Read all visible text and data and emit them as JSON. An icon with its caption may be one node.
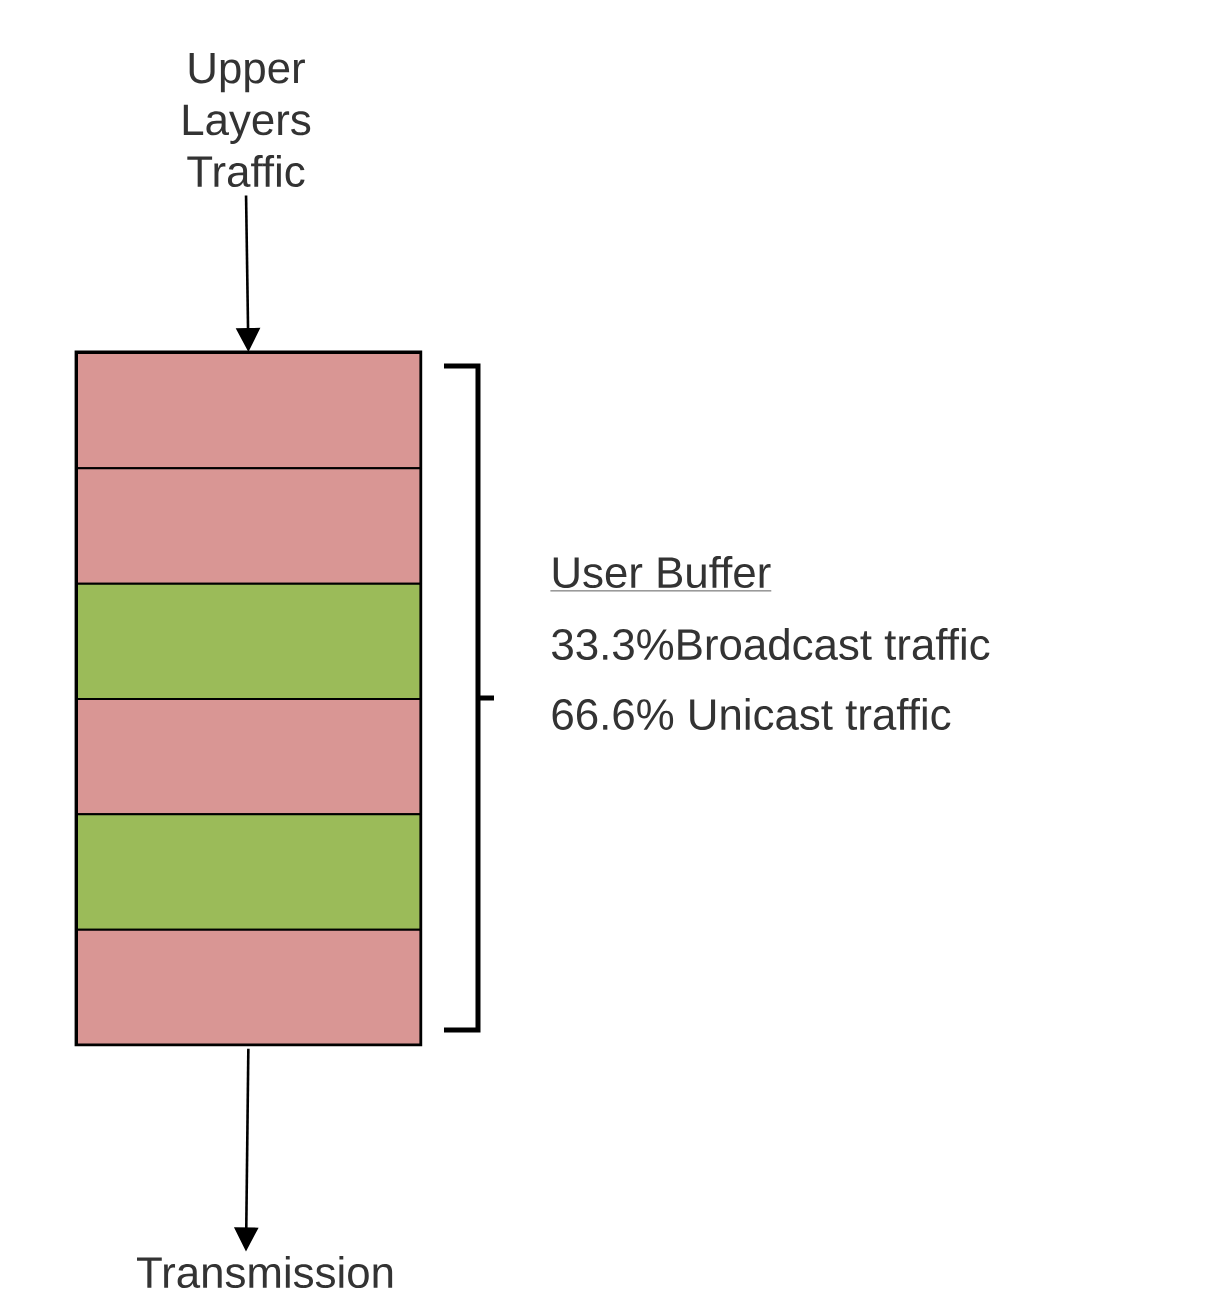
{
  "diagram": {
    "nodes": [
      {
        "text": [
          "Upper Layers Traffic"
        ]
      },
      {
        "text": [],
        "shape": "box"
      },
      {
        "text": [],
        "shape": "bar",
        "in": 1
      },
      {
        "text": [],
        "shape": "bar",
        "in": 1
      },
      {
        "text": [],
        "shape": "bar",
        "in": 1
      },
      {
        "text": [],
        "shape": "bar",
        "in": 1
      },
      {
        "text": [],
        "shape": "bar",
        "in": 1
      },
      {
        "text": [],
        "shape": "bar",
        "in": 1
      },
      {
        "text": [
          "Transmission"
        ]
      }
    ],
    "edges": [
      {
        "from": 0,
        "to": 1,
        "arrow": "to"
      },
      {
        "from": 1,
        "to": 8,
        "arrow": "to"
      }
    ],
    "labels": [
      "User Buffer",
      "33.3%Broadcast traffic",
      "66.6% Unicast traffic"
    ]
  }
}
